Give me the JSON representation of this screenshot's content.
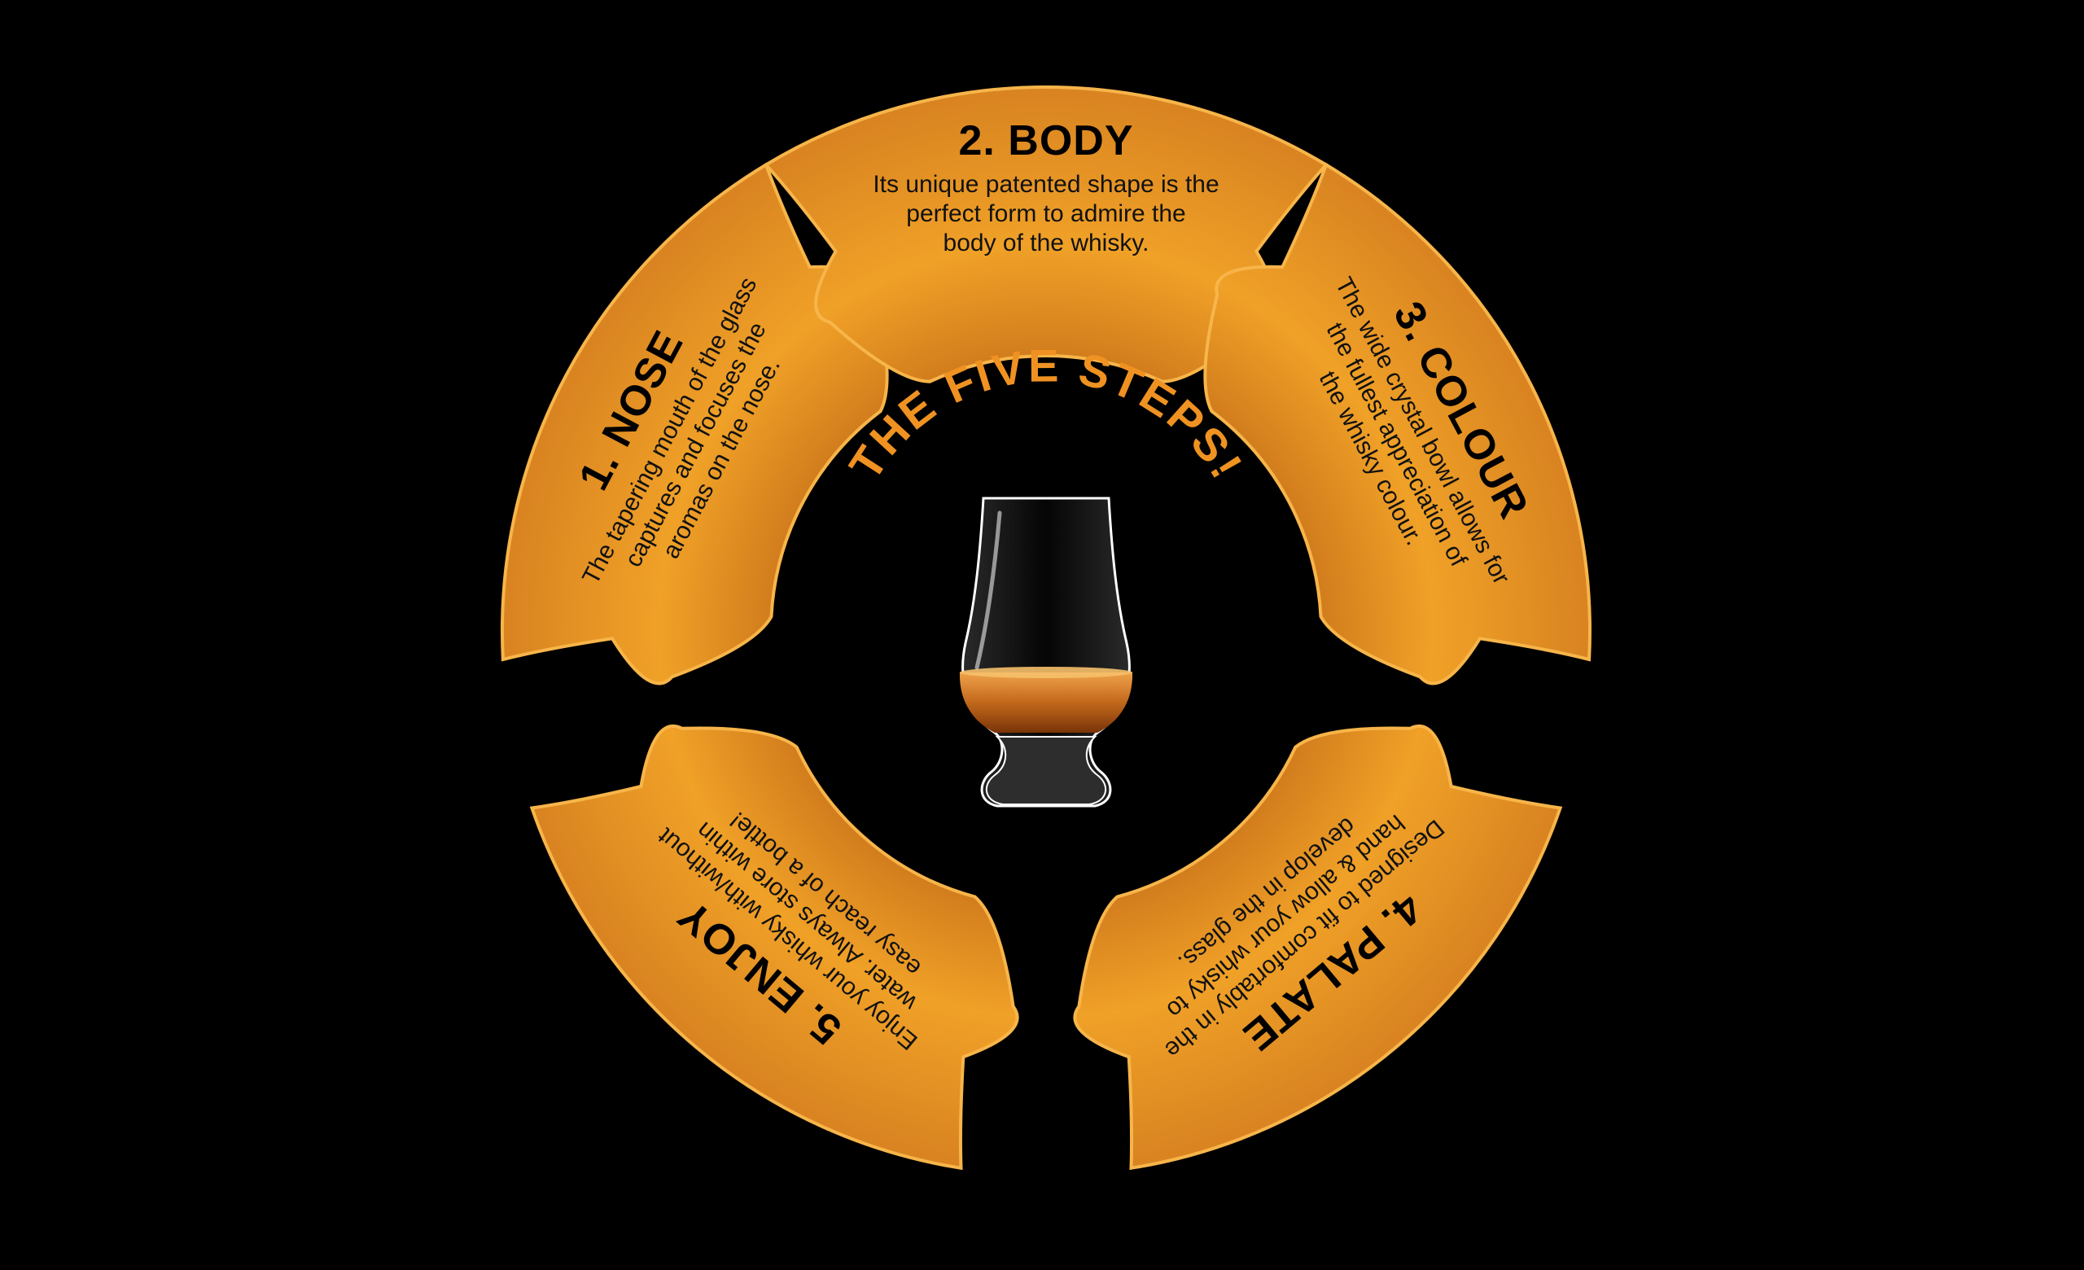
{
  "colors": {
    "background": "#000000",
    "segment_light": "#f6a826",
    "segment_dark": "#c9721a",
    "segment_edge": "#f7b54a",
    "title_orange": "#ef9222",
    "liquid_top": "#f0a24a",
    "liquid_bottom": "#7a3408"
  },
  "center": {
    "title": "THE FIVE STEPS!",
    "icon": "whisky-glass-icon"
  },
  "steps": [
    {
      "key": "nose",
      "title": "1. NOSE",
      "lines": [
        "The tapering mouth of the glass",
        "captures and focuses the",
        "aromas on the nose."
      ]
    },
    {
      "key": "body",
      "title": "2. BODY",
      "lines": [
        "Its unique patented shape is the",
        "perfect form to admire the",
        "body of the whisky."
      ]
    },
    {
      "key": "colour",
      "title": "3. COLOUR",
      "lines": [
        "The wide crystal bowl allows for",
        "the fullest appreciation of",
        "the whisky colour."
      ]
    },
    {
      "key": "palate",
      "title": "4. PALATE",
      "lines": [
        "Designed to fit comfortably in the",
        "hand & allow your whisky to",
        "develop in the glass."
      ]
    },
    {
      "key": "enjoy",
      "title": "5. ENJOY",
      "lines": [
        "Enjoy your whisky with/without",
        "water. Always store within",
        "easy reach of a bottle!"
      ]
    }
  ]
}
